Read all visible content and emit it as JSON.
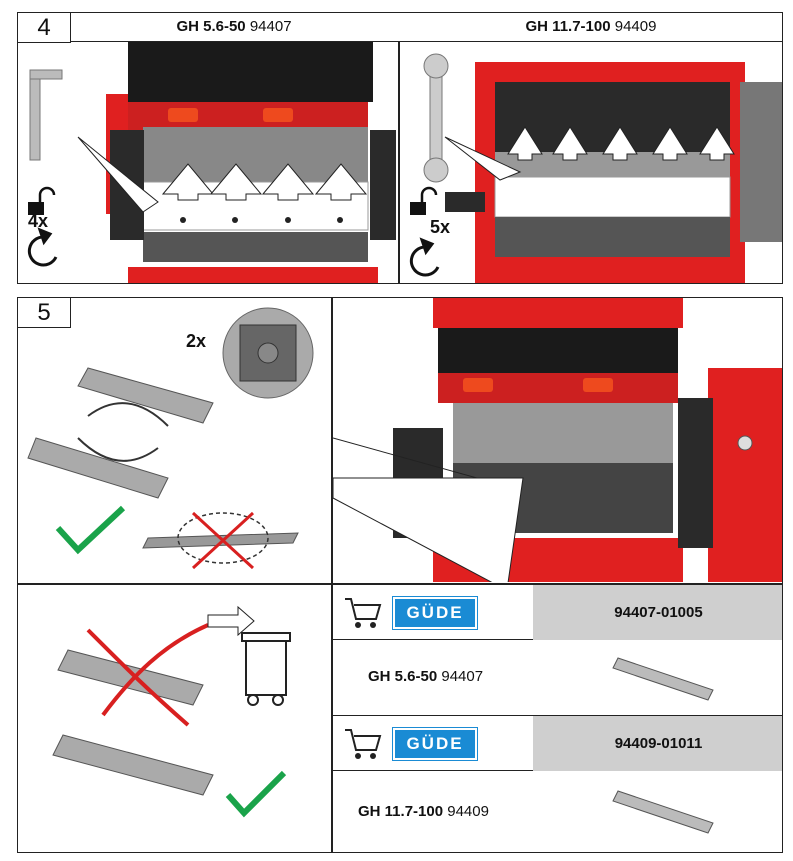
{
  "step4": {
    "number": "4",
    "left": {
      "model": "GH 5.6-50",
      "article": "94407",
      "count": "4x"
    },
    "right": {
      "model": "GH 11.7-100",
      "article": "94409",
      "count": "5x"
    }
  },
  "step5": {
    "number": "5",
    "mount_count": "2x"
  },
  "parts": [
    {
      "brand": "GÜDE",
      "part_number": "94407-01005",
      "model": "GH 5.6-50",
      "article": "94407"
    },
    {
      "brand": "GÜDE",
      "part_number": "94409-01011",
      "model": "GH 11.7-100",
      "article": "94409"
    }
  ],
  "colors": {
    "machine_red": "#e02020",
    "check_green": "#1aa34a",
    "cross_red": "#d82020",
    "brand_blue": "#1a8bd4",
    "grey_cell": "#cfcfcf"
  }
}
